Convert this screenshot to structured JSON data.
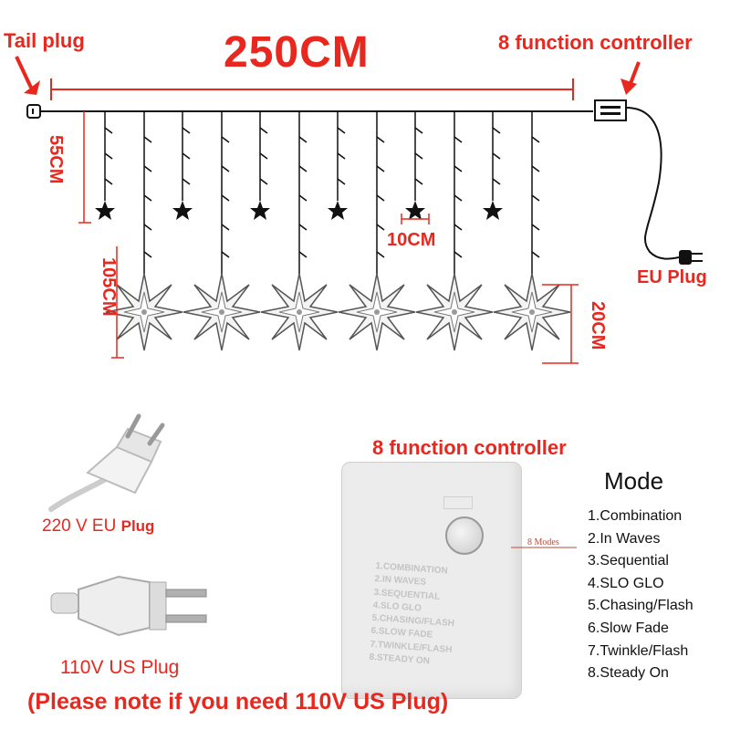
{
  "labels": {
    "tail_plug": "Tail plug",
    "width": "250CM",
    "controller_top": "8 function controller",
    "eu_plug": "EU Plug",
    "drop_short": "55CM",
    "drop_long": "105CM",
    "spacing": "10CM",
    "star_size": "20CM",
    "controller_mid": "8 function controller",
    "plug_220": "220 V EU",
    "plug_220_suffix": "Plug",
    "plug_110": "110V US Plug",
    "note": "(Please note if you need 110V US Plug)",
    "modes_tag": "8 Modes"
  },
  "mode": {
    "title": "Mode",
    "items": [
      "1.Combination",
      "2.In Waves",
      "3.Sequential",
      "4.SLO GLO",
      "5.Chasing/Flash",
      "6.Slow Fade",
      "7.Twinkle/Flash",
      "8.Steady On"
    ]
  },
  "controller_printed": [
    "1.COMBINATION",
    "2.IN WAVES",
    "3.SEQUENTIAL",
    "4.SLO GLO",
    "5.CHASING/FLASH",
    "6.SLOW FADE",
    "7.TWINKLE/FLASH",
    "8.STEADY ON"
  ],
  "colors": {
    "accent_red": "#e8281e",
    "wire": "#111111",
    "controller_body": "#ececec"
  }
}
